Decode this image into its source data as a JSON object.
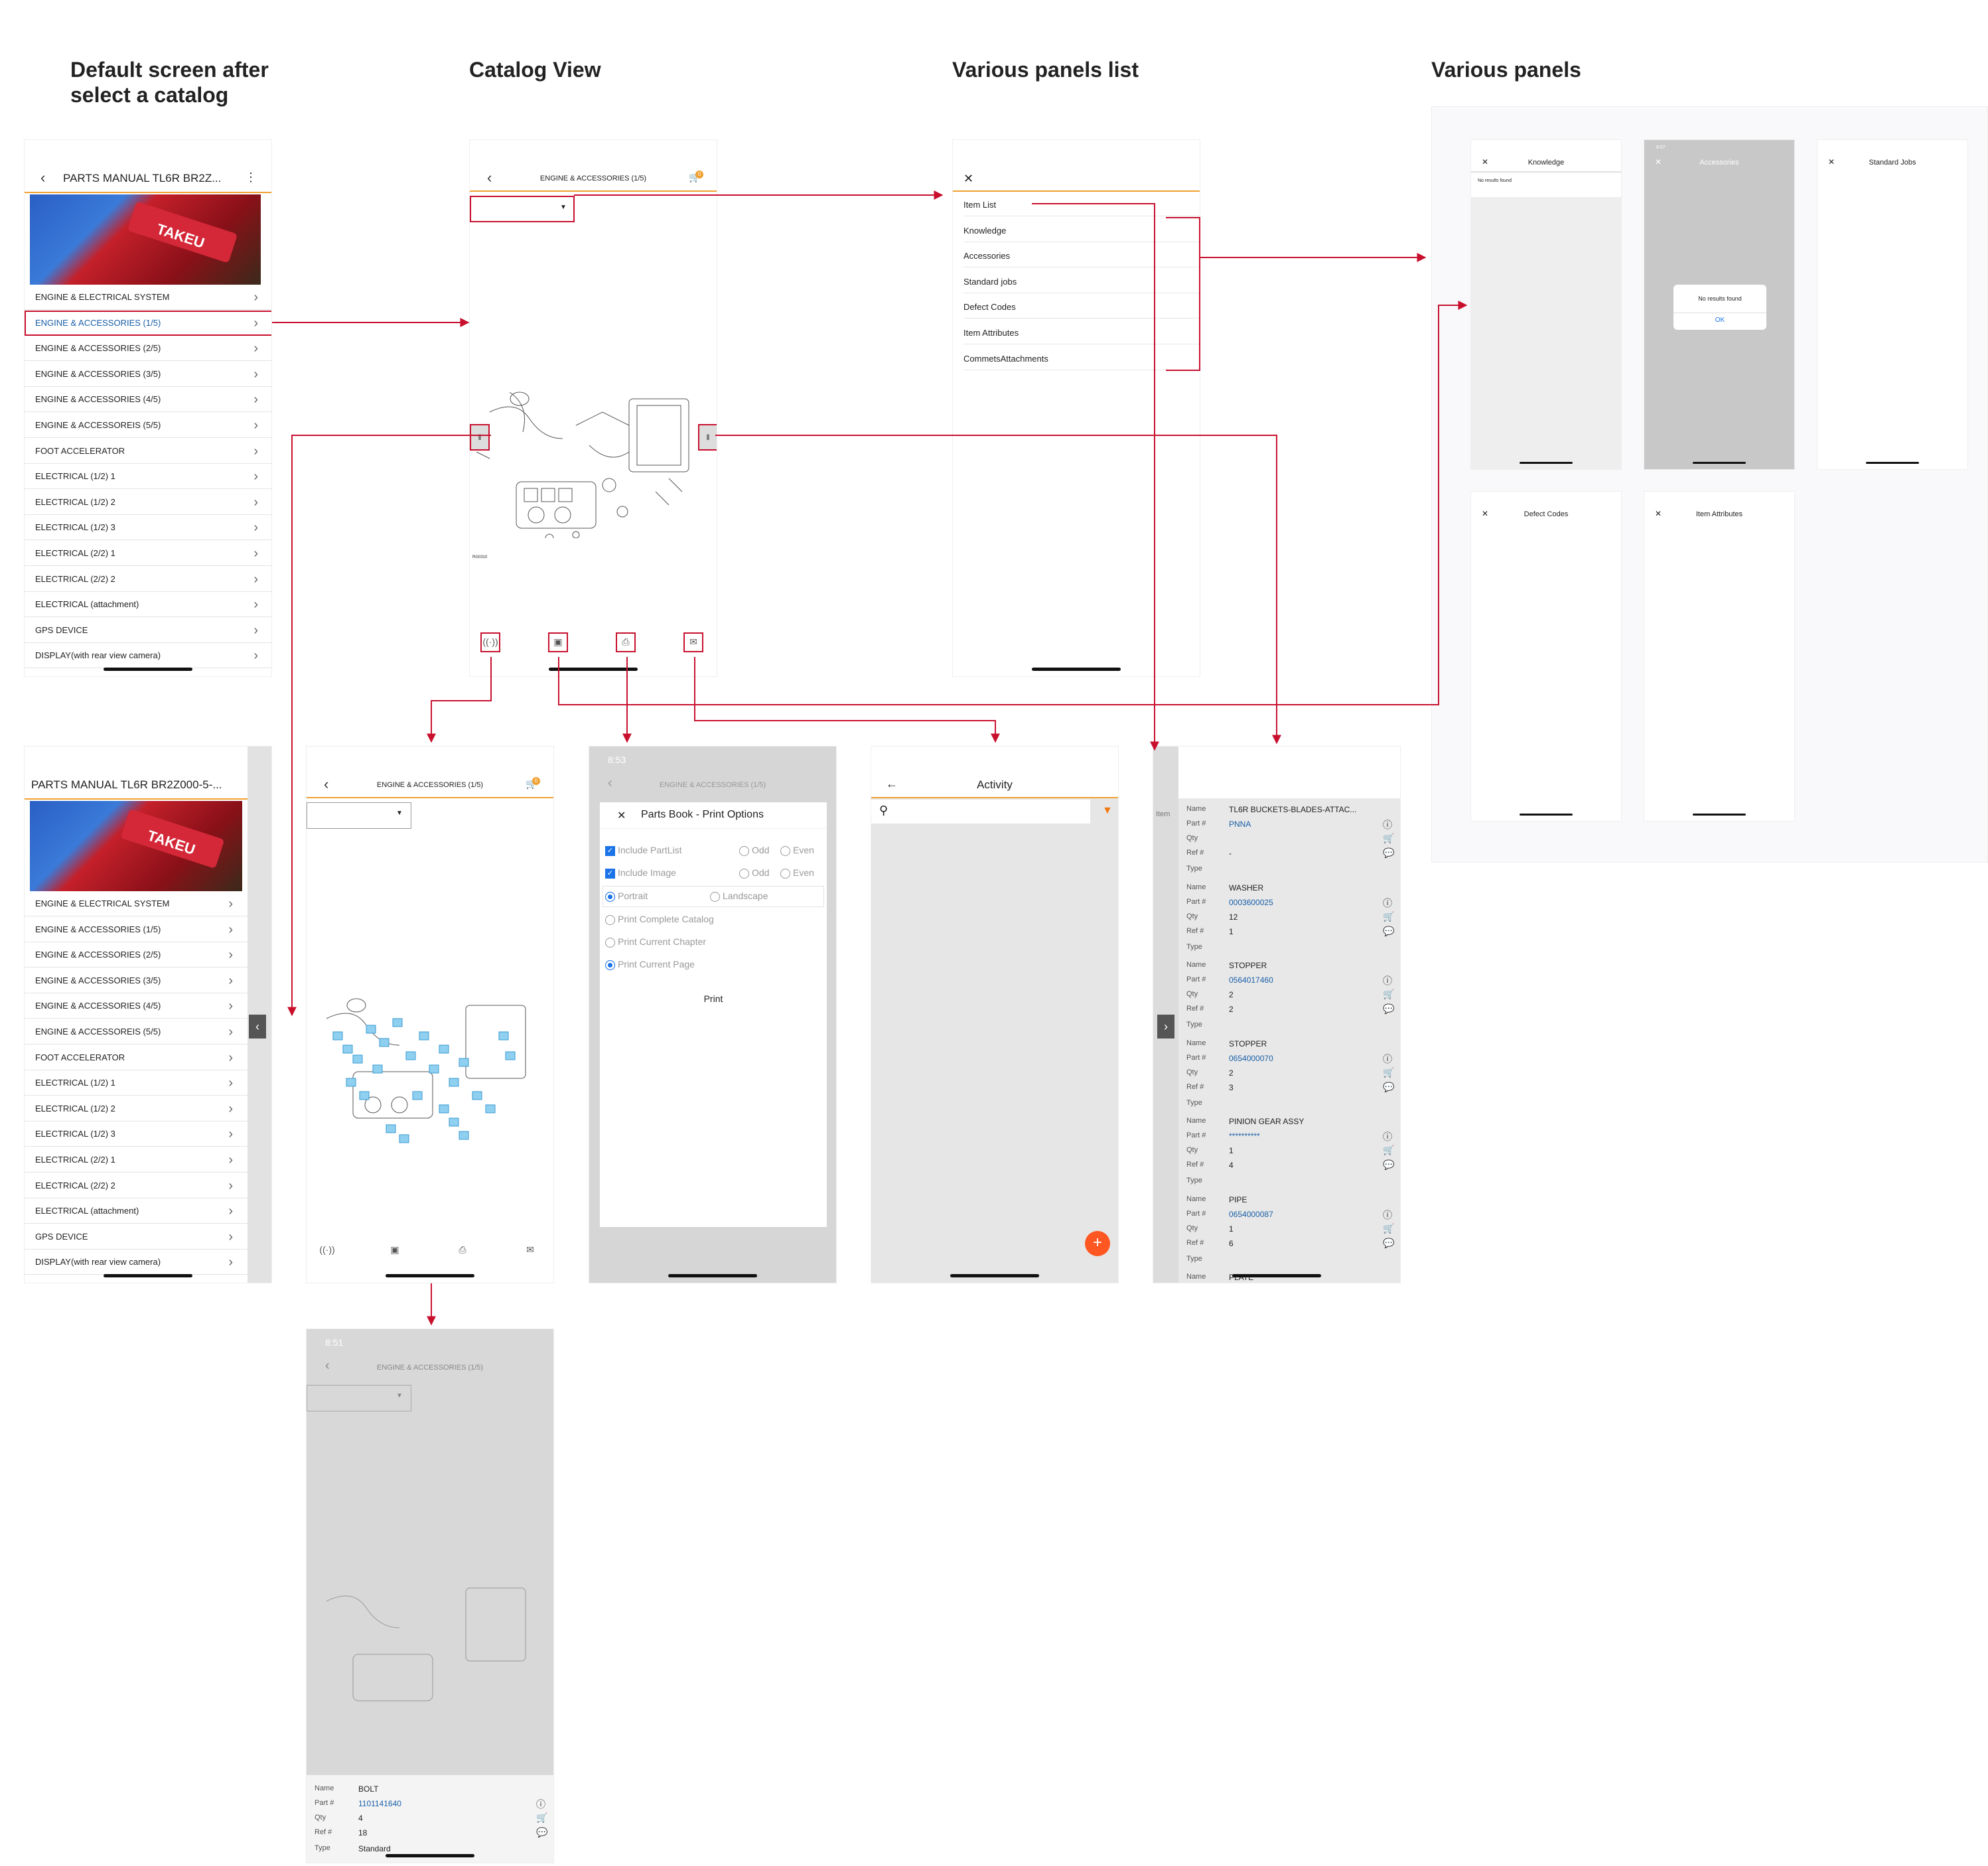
{
  "headings": {
    "default_screen": "Default screen after\nselect a catalog",
    "catalog_view": "Catalog View",
    "panels_list": "Various panels list",
    "panels": "Various panels"
  },
  "colors": {
    "accent": "#f0a030",
    "highlight": "#c8102e",
    "link": "#1a5fa8",
    "fab": "#ff5722"
  },
  "default_screen": {
    "title": "PARTS MANUAL TL6R BR2Z...",
    "menu_icon": "more-vert-icon",
    "items": [
      "ENGINE & ELECTRICAL SYSTEM",
      "ENGINE & ACCESSORIES (1/5)",
      "ENGINE & ACCESSORIES (2/5)",
      "ENGINE & ACCESSORIES (3/5)",
      "ENGINE & ACCESSORIES (4/5)",
      "ENGINE & ACCESSOREIS (5/5)",
      "FOOT ACCELERATOR",
      "ELECTRICAL (1/2) 1",
      "ELECTRICAL (1/2) 2",
      "ELECTRICAL (1/2) 3",
      "ELECTRICAL (2/2) 1",
      "ELECTRICAL (2/2) 2",
      "ELECTRICAL (attachment)",
      "GPS DEVICE",
      "DISPLAY(with rear view camera)"
    ]
  },
  "default_screen_2": {
    "title": "PARTS MANUAL TL6R BR2Z000-5-..."
  },
  "catalog": {
    "title": "ENGINE & ACCESSORIES (1/5)",
    "cart_badge": "0",
    "drawing_code": "RG0310"
  },
  "panels_list": {
    "items": [
      "Item List",
      "Knowledge",
      "Accessories",
      "Standard jobs",
      "Defect Codes",
      "Item Attributes",
      "CommetsAttachments"
    ]
  },
  "panels": {
    "knowledge": {
      "title": "Knowledge",
      "body": "No results found"
    },
    "accessories": {
      "title": "Accessories",
      "time": "8:57",
      "dialog_text": "No results found",
      "dialog_button": "OK"
    },
    "standard_jobs": {
      "title": "Standard Jobs"
    },
    "defect_codes": {
      "title": "Defect Codes"
    },
    "item_attributes": {
      "title": "Item Attributes"
    }
  },
  "print": {
    "time": "8:53",
    "title": "Parts Book - Print Options",
    "include_partlist": "Include PartList",
    "include_image": "Include Image",
    "odd": "Odd",
    "even": "Even",
    "portrait": "Portrait",
    "landscape": "Landscape",
    "complete": "Print Complete Catalog",
    "chapter": "Print Current Chapter",
    "page": "Print Current Page",
    "button": "Print"
  },
  "activity": {
    "title": "Activity",
    "fab": "+"
  },
  "item_list": {
    "labels": {
      "name": "Name",
      "part": "Part #",
      "qty": "Qty",
      "ref": "Ref #",
      "type": "Type"
    },
    "peek_label": "Item",
    "items": [
      {
        "name": "TL6R BUCKETS-BLADES-ATTAC...",
        "part": "PNNA",
        "qty": "",
        "ref": "-",
        "type": ""
      },
      {
        "name": "WASHER",
        "part": "0003600025",
        "qty": "12",
        "ref": "1",
        "type": ""
      },
      {
        "name": "STOPPER",
        "part": "0564017460",
        "qty": "2",
        "ref": "2",
        "type": ""
      },
      {
        "name": "STOPPER",
        "part": "0654000070",
        "qty": "2",
        "ref": "3",
        "type": ""
      },
      {
        "name": "PINION GEAR ASSY",
        "part": "**********",
        "qty": "1",
        "ref": "4",
        "type": ""
      },
      {
        "name": "PIPE",
        "part": "0654000087",
        "qty": "1",
        "ref": "6",
        "type": ""
      }
    ],
    "last_name": "PLATE"
  },
  "bolt": {
    "time": "8:51",
    "name": "BOLT",
    "part": "1101141640",
    "qty": "4",
    "ref": "18",
    "type": "Standard"
  }
}
